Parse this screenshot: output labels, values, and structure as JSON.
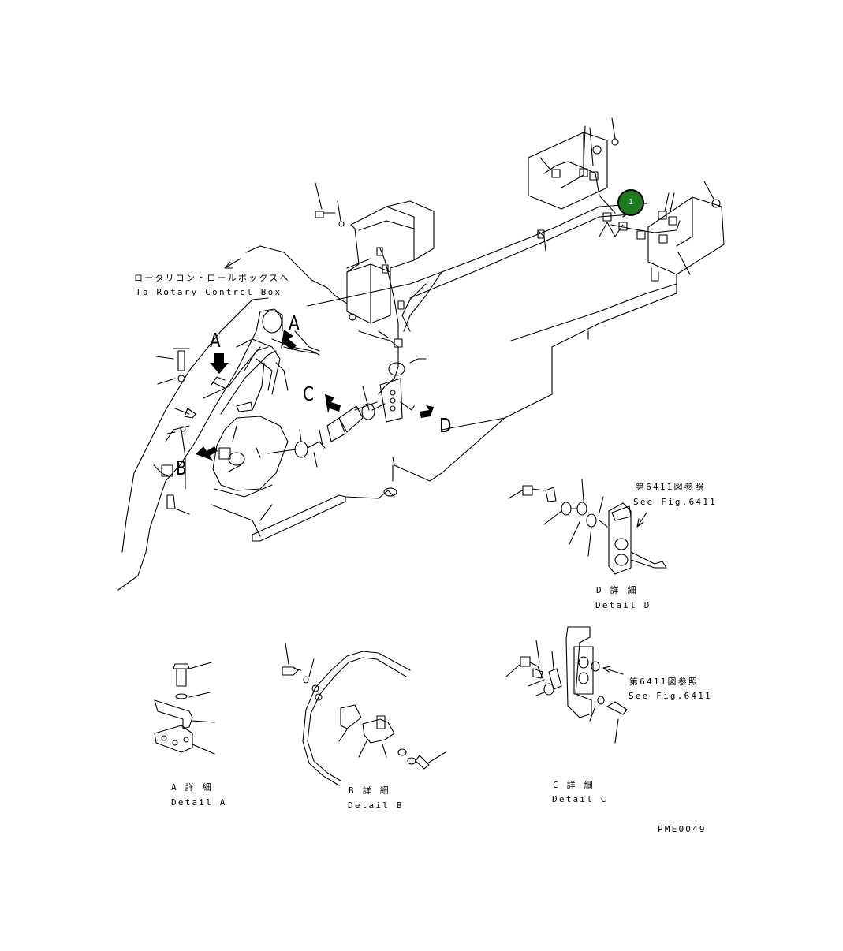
{
  "labels": {
    "rotary_jp": "ロータリコントロールボックスへ",
    "rotary_en": "To Rotary Control Box",
    "callout_a1": "A",
    "callout_a2": "A",
    "callout_b": "B",
    "callout_c": "C",
    "callout_d": "D",
    "see_fig_jp_1": "第6411図参照",
    "see_fig_en_1": "See Fig.6411",
    "see_fig_jp_2": "第6411図参照",
    "see_fig_en_2": "See Fig.6411",
    "detail_d_jp": "D 詳 細",
    "detail_d_en": "Detail D",
    "detail_a_jp": "A 詳 細",
    "detail_a_en": "Detail A",
    "detail_b_jp": "B 詳 細",
    "detail_b_en": "Detail B",
    "detail_c_jp": "C 詳 細",
    "detail_c_en": "Detail C",
    "drawing_code": "PME0049"
  },
  "hotspots": [
    {
      "label": "1",
      "color": "#1f7a1f"
    }
  ]
}
